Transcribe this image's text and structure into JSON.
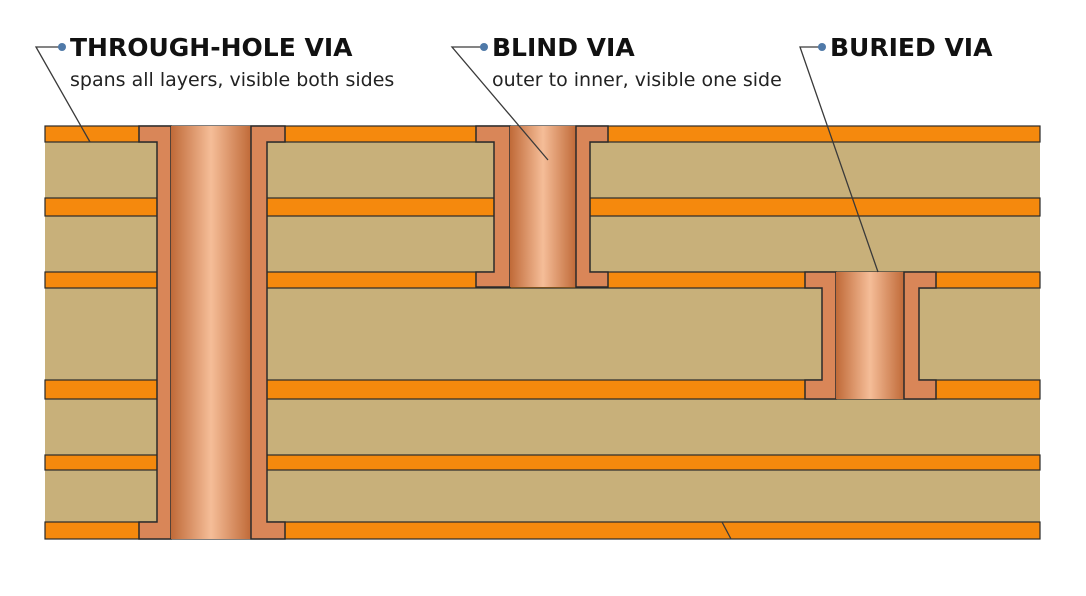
{
  "callouts": {
    "through_hole": {
      "title": "THROUGH-HOLE VIA",
      "subtitle": "spans all layers, visible both sides"
    },
    "blind": {
      "title": "BLIND VIA",
      "subtitle": "outer to inner, visible one side"
    },
    "buried": {
      "title": "BURIED VIA"
    }
  },
  "colors": {
    "substrate": "#c8b07a",
    "copper_layer": "#f5890d",
    "plating_light": "#f2b690",
    "plating_dark": "#c4703c",
    "outline": "#2a2a2a",
    "leader": "#3a3a3a",
    "leader_dot": "#4f79a8"
  }
}
